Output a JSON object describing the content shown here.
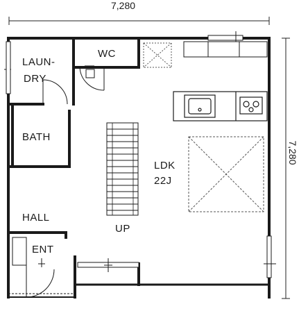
{
  "dimensions": {
    "width": "7,280",
    "height": "7,280"
  },
  "rooms": {
    "laundry_line1": "LAUN-",
    "laundry_line2": "DRY",
    "wc": "WC",
    "bath": "BATH",
    "hall": "HALL",
    "entrance": "ENT",
    "ldk_line1": "LDK",
    "ldk_line2": "22J",
    "stairs": "UP"
  }
}
